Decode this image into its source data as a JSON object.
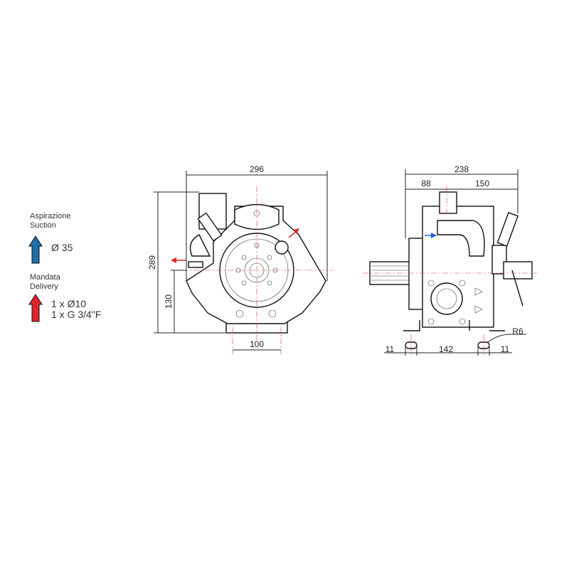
{
  "legend": {
    "suction": {
      "label_it": "Aspirazione",
      "label_en": "Suction",
      "value": "Ø 35",
      "color": "#1f6fa8"
    },
    "delivery": {
      "label_it": "Mandata",
      "label_en": "Delivery",
      "value_1": "1 x Ø10",
      "value_2": "1 x G 3/4\"F",
      "color": "#e0232a"
    }
  },
  "front_view": {
    "width": "296",
    "height": "289",
    "shaft_height": "130",
    "base_width": "100"
  },
  "side_view": {
    "length": "238",
    "left_part": "88",
    "right_part": "150",
    "slot_margin_left": "11",
    "slot_spacing": "142",
    "slot_margin_right": "11",
    "slot_radius": "R6"
  }
}
